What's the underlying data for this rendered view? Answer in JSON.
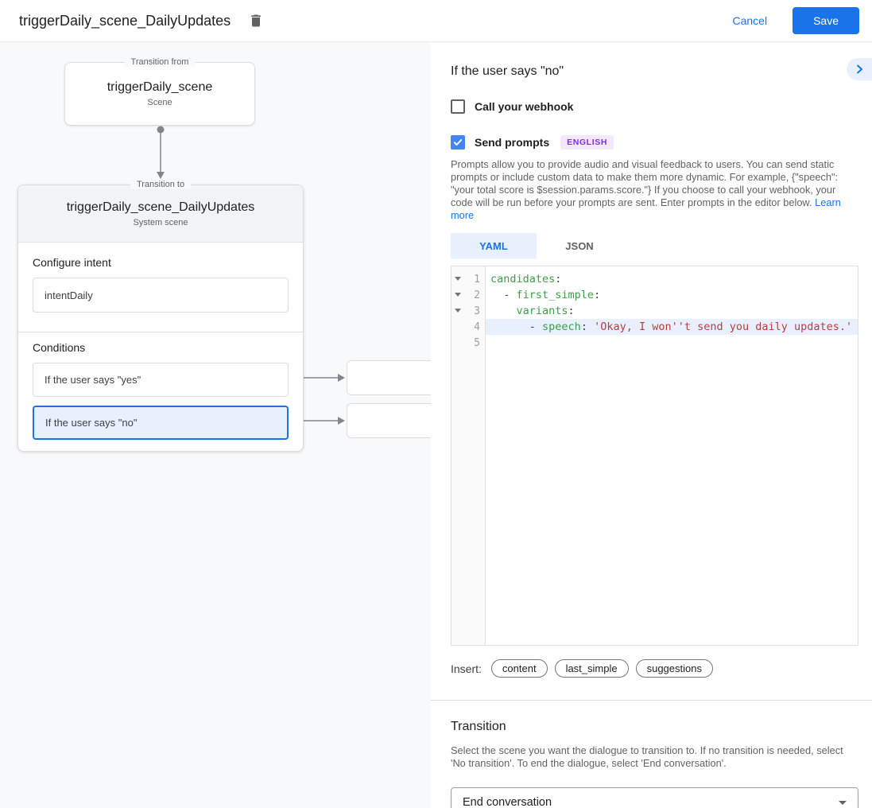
{
  "colors": {
    "accent_blue": "#1a73e8",
    "light_blue_bg": "#e8f0fe",
    "checkbox_blue": "#4285f4",
    "badge_bg": "#f3e8fd",
    "badge_text": "#8430ce",
    "code_key_green": "#3c9e47",
    "code_string_red": "#b34040",
    "canvas_bg": "#f8f9fa"
  },
  "topbar": {
    "title": "triggerDaily_scene_DailyUpdates",
    "trash_icon": "trash-icon",
    "cancel_label": "Cancel",
    "save_label": "Save"
  },
  "canvas": {
    "from_node": {
      "legend": "Transition from",
      "title": "triggerDaily_scene",
      "subtitle": "Scene"
    },
    "to_node": {
      "legend": "Transition to",
      "title": "triggerDaily_scene_DailyUpdates",
      "subtitle": "System scene",
      "intent_label": "Configure intent",
      "intent_value": "intentDaily",
      "conditions_label": "Conditions",
      "conditions": [
        {
          "label": "If the user says \"yes\"",
          "active": false
        },
        {
          "label": "If the user says \"no\"",
          "active": true
        }
      ]
    }
  },
  "panel": {
    "title": "If the user says \"no\"",
    "collapse_icon": "chevron-right-icon",
    "webhook": {
      "label": "Call your webhook",
      "checked": false
    },
    "prompts": {
      "label": "Send prompts",
      "checked": true,
      "badge": "ENGLISH",
      "description": "Prompts allow you to provide audio and visual feedback to users. You can send static prompts or include custom data to make them more dynamic. For example, {\"speech\": \"your total score is $session.params.score.\"} If you choose to call your webhook, your code will be run before your prompts are sent. Enter prompts in the editor below. ",
      "learn_more": "Learn more"
    },
    "tabs": [
      {
        "label": "YAML",
        "active": true
      },
      {
        "label": "JSON",
        "active": false
      }
    ],
    "editor": {
      "lines": [
        {
          "num": "1",
          "fold": true,
          "active": false,
          "segments": [
            {
              "t": "candidates",
              "c": "key"
            },
            {
              "t": ":",
              "c": "p"
            }
          ]
        },
        {
          "num": "2",
          "fold": true,
          "active": false,
          "segments": [
            {
              "t": "  - ",
              "c": "p"
            },
            {
              "t": "first_simple",
              "c": "key"
            },
            {
              "t": ":",
              "c": "p"
            }
          ]
        },
        {
          "num": "3",
          "fold": true,
          "active": false,
          "segments": [
            {
              "t": "    ",
              "c": "p"
            },
            {
              "t": "variants",
              "c": "key"
            },
            {
              "t": ":",
              "c": "p"
            }
          ]
        },
        {
          "num": "4",
          "fold": false,
          "active": true,
          "segments": [
            {
              "t": "      - ",
              "c": "p"
            },
            {
              "t": "speech",
              "c": "key"
            },
            {
              "t": ": ",
              "c": "p"
            },
            {
              "t": "'Okay, I won''t send you daily updates.'",
              "c": "str"
            }
          ]
        },
        {
          "num": "5",
          "fold": false,
          "active": false,
          "segments": []
        }
      ]
    },
    "insert": {
      "label": "Insert:",
      "chips": [
        "content",
        "last_simple",
        "suggestions"
      ]
    },
    "transition": {
      "heading": "Transition",
      "description": "Select the scene you want the dialogue to transition to. If no transition is needed, select 'No transition'. To end the dialogue, select 'End conversation'.",
      "selected_value": "End conversation"
    }
  }
}
